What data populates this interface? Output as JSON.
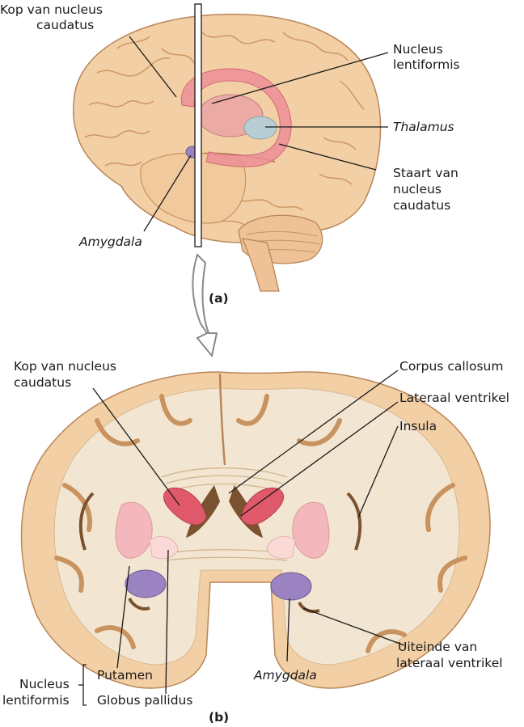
{
  "panel_a": {
    "caption": "(a)",
    "labels": {
      "head_caudate": [
        "Kop van nucleus",
        "caudatus"
      ],
      "lentiform": [
        "Nucleus",
        "lentiformis"
      ],
      "thalamus": "Thalamus",
      "tail_caudate": [
        "Staart van",
        "nucleus",
        "caudatus"
      ],
      "amygdala": "Amygdala"
    }
  },
  "panel_b": {
    "caption": "(b)",
    "labels": {
      "head_caudate": [
        "Kop van nucleus",
        "caudatus"
      ],
      "corpus_callosum": "Corpus callosum",
      "lateral_ventricle": "Lateraal ventrikel",
      "insula": "Insula",
      "ventricle_tip": [
        "Uiteinde van",
        "lateraal ventrikel"
      ],
      "amygdala": "Amygdala",
      "lentiform_group": [
        "Nucleus",
        "lentiformis"
      ],
      "putamen": "Putamen",
      "globus_pallidus": "Globus pallidus"
    }
  },
  "colors": {
    "brain": "#f3cfa5",
    "brain_fold": "#d9a676",
    "white_matter": "#f2e6d2",
    "caudate": "#e0596b",
    "putamen": "#f4b7bc",
    "pallidus": "#fbd9d6",
    "amygdala": "#9b82c0",
    "thalamus": "#b9cdd4",
    "ventricle": "#7a5230"
  }
}
